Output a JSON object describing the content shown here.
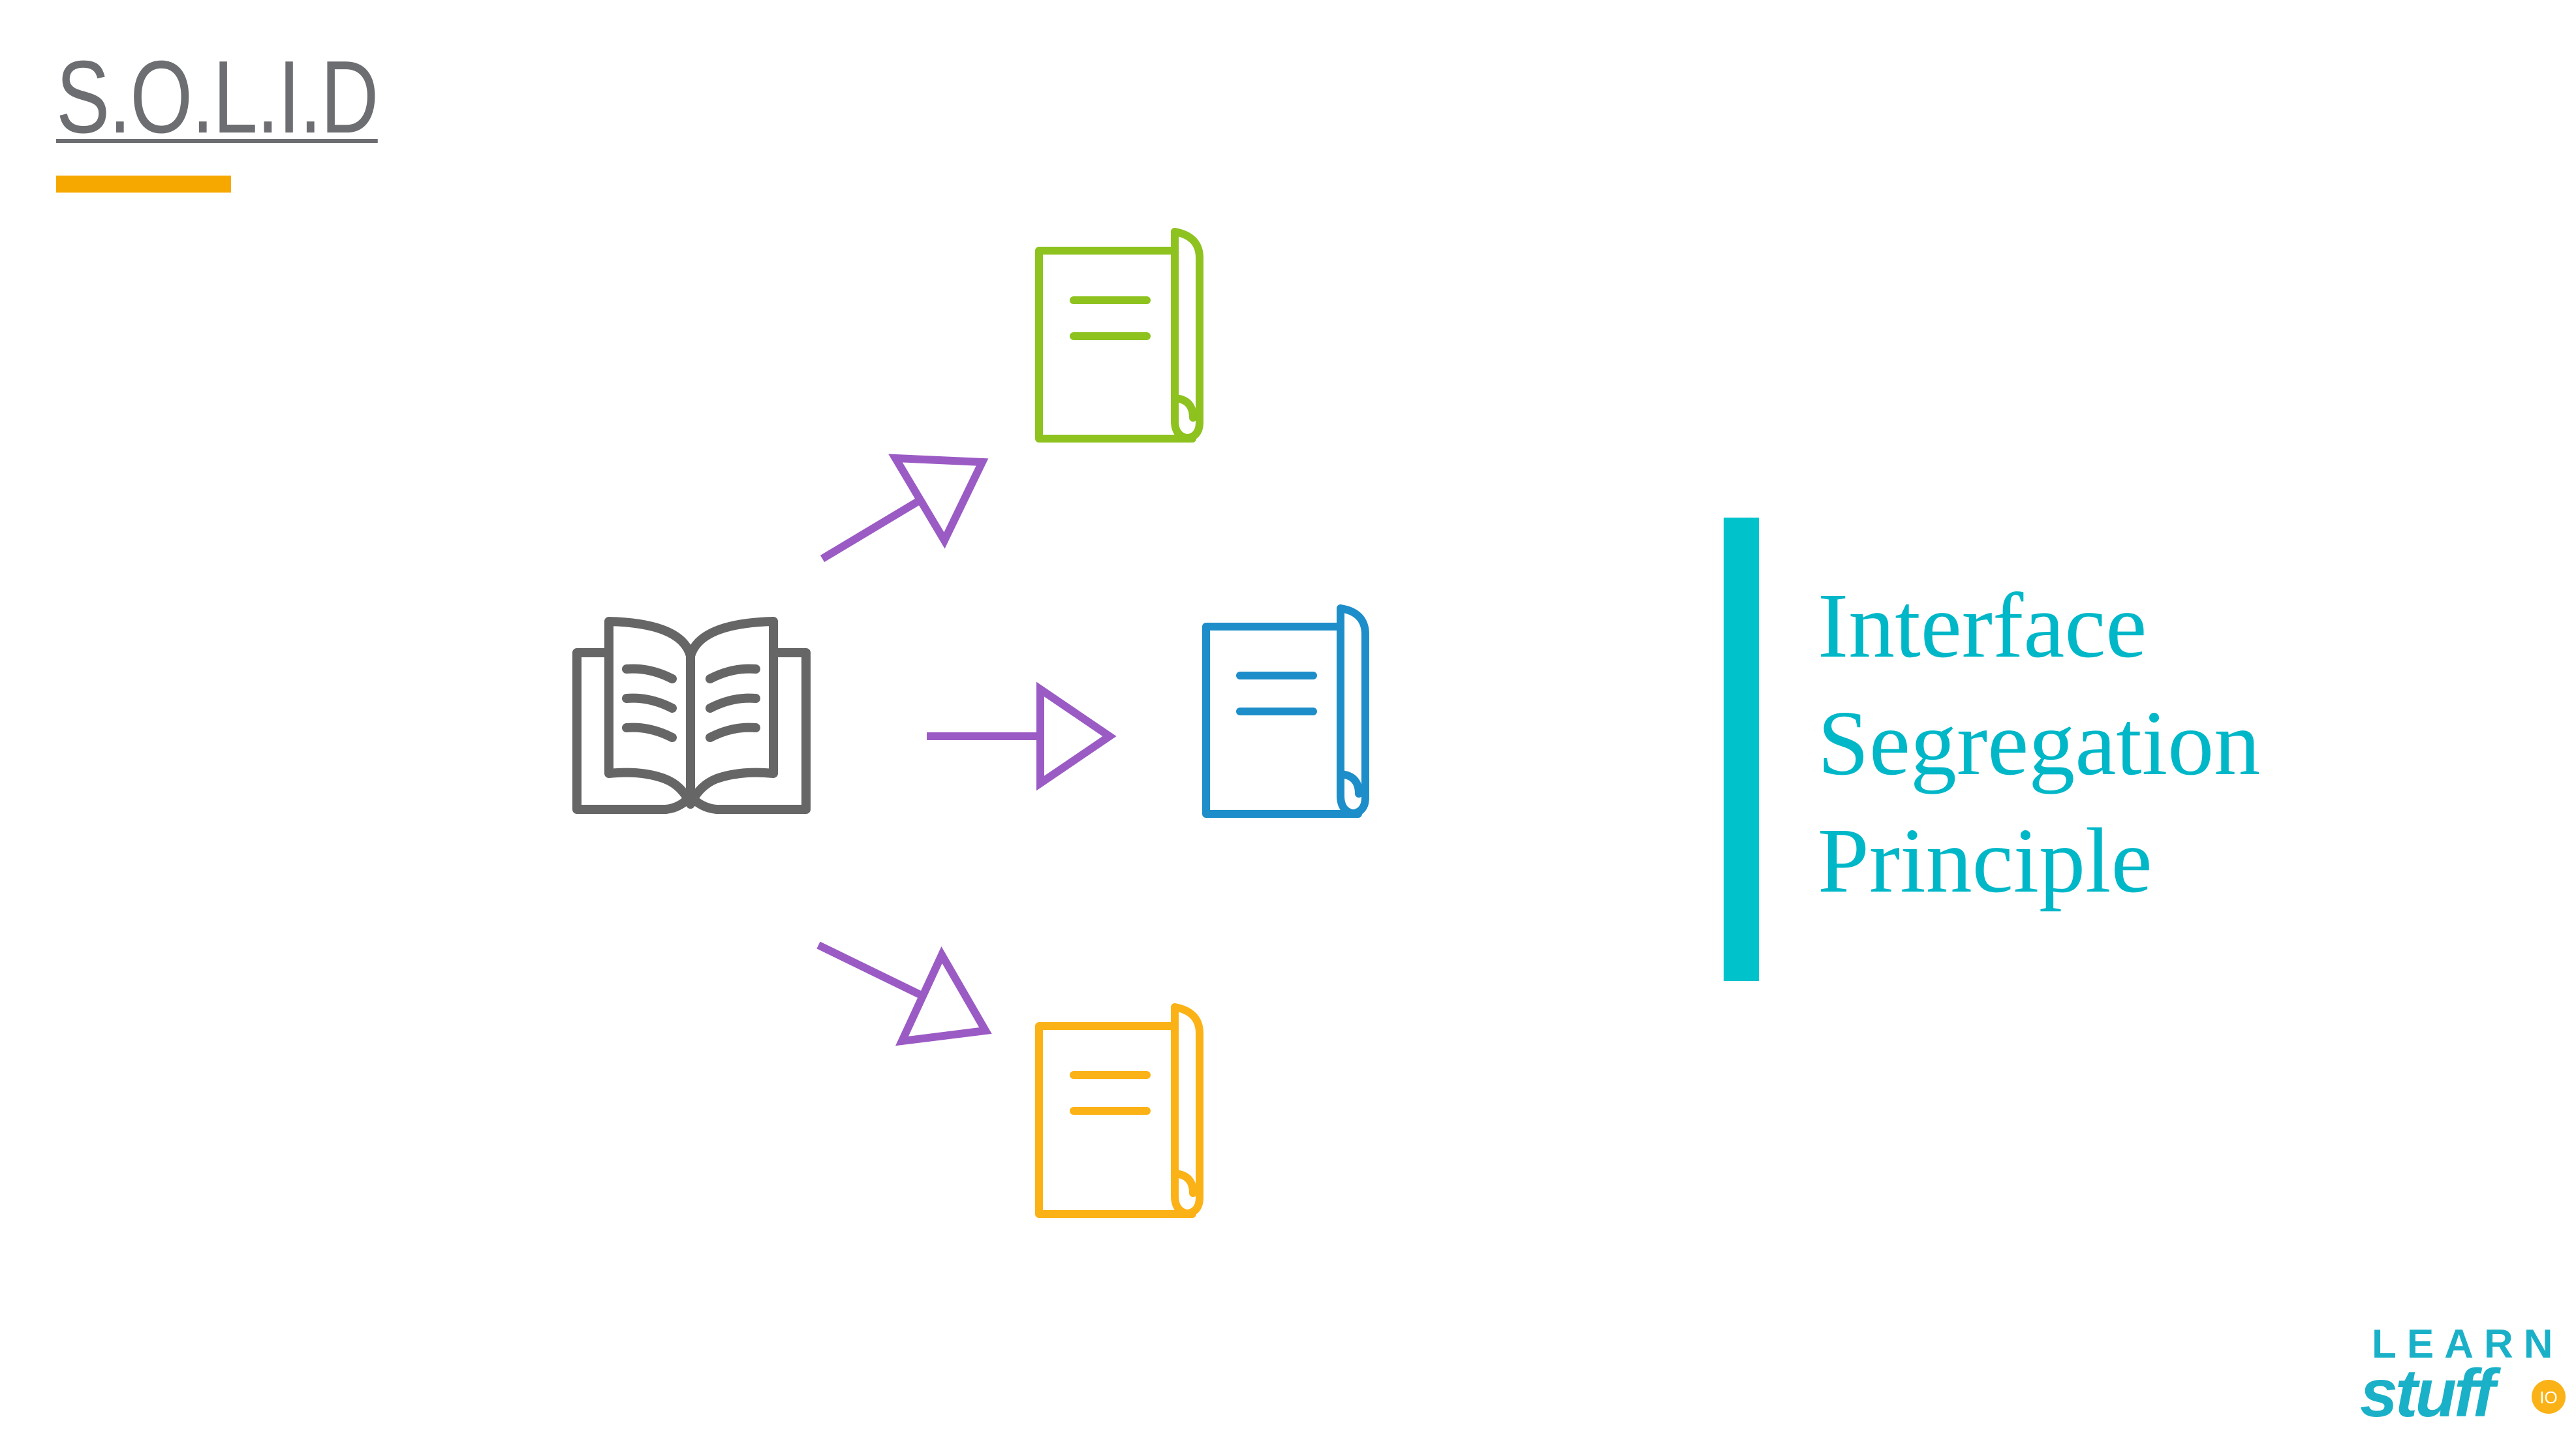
{
  "header": {
    "title": "S.O.L.I.D"
  },
  "principle": {
    "line1": "Interface",
    "line2": "Segregation",
    "line3": "Principle"
  },
  "logo": {
    "line1": "LEARN",
    "line2": "stuff",
    "badge": "IO"
  },
  "icons": {
    "source": "open-book-icon",
    "targets": [
      "green-book-icon",
      "blue-book-icon",
      "orange-book-icon"
    ],
    "arrows": [
      "arrow-up-right-icon",
      "arrow-right-icon",
      "arrow-down-right-icon"
    ]
  },
  "colors": {
    "title_text": "#6d6e71",
    "title_accent": "#f7a800",
    "source_book": "#666666",
    "arrow": "#9b5bc4",
    "green_book": "#8dc21f",
    "blue_book": "#1d8ec9",
    "orange_book": "#fbb217",
    "divider": "#00c2cb",
    "principle_text": "#00b7c8",
    "logo_text": "#1ab1c8",
    "logo_badge": "#fbb217"
  }
}
